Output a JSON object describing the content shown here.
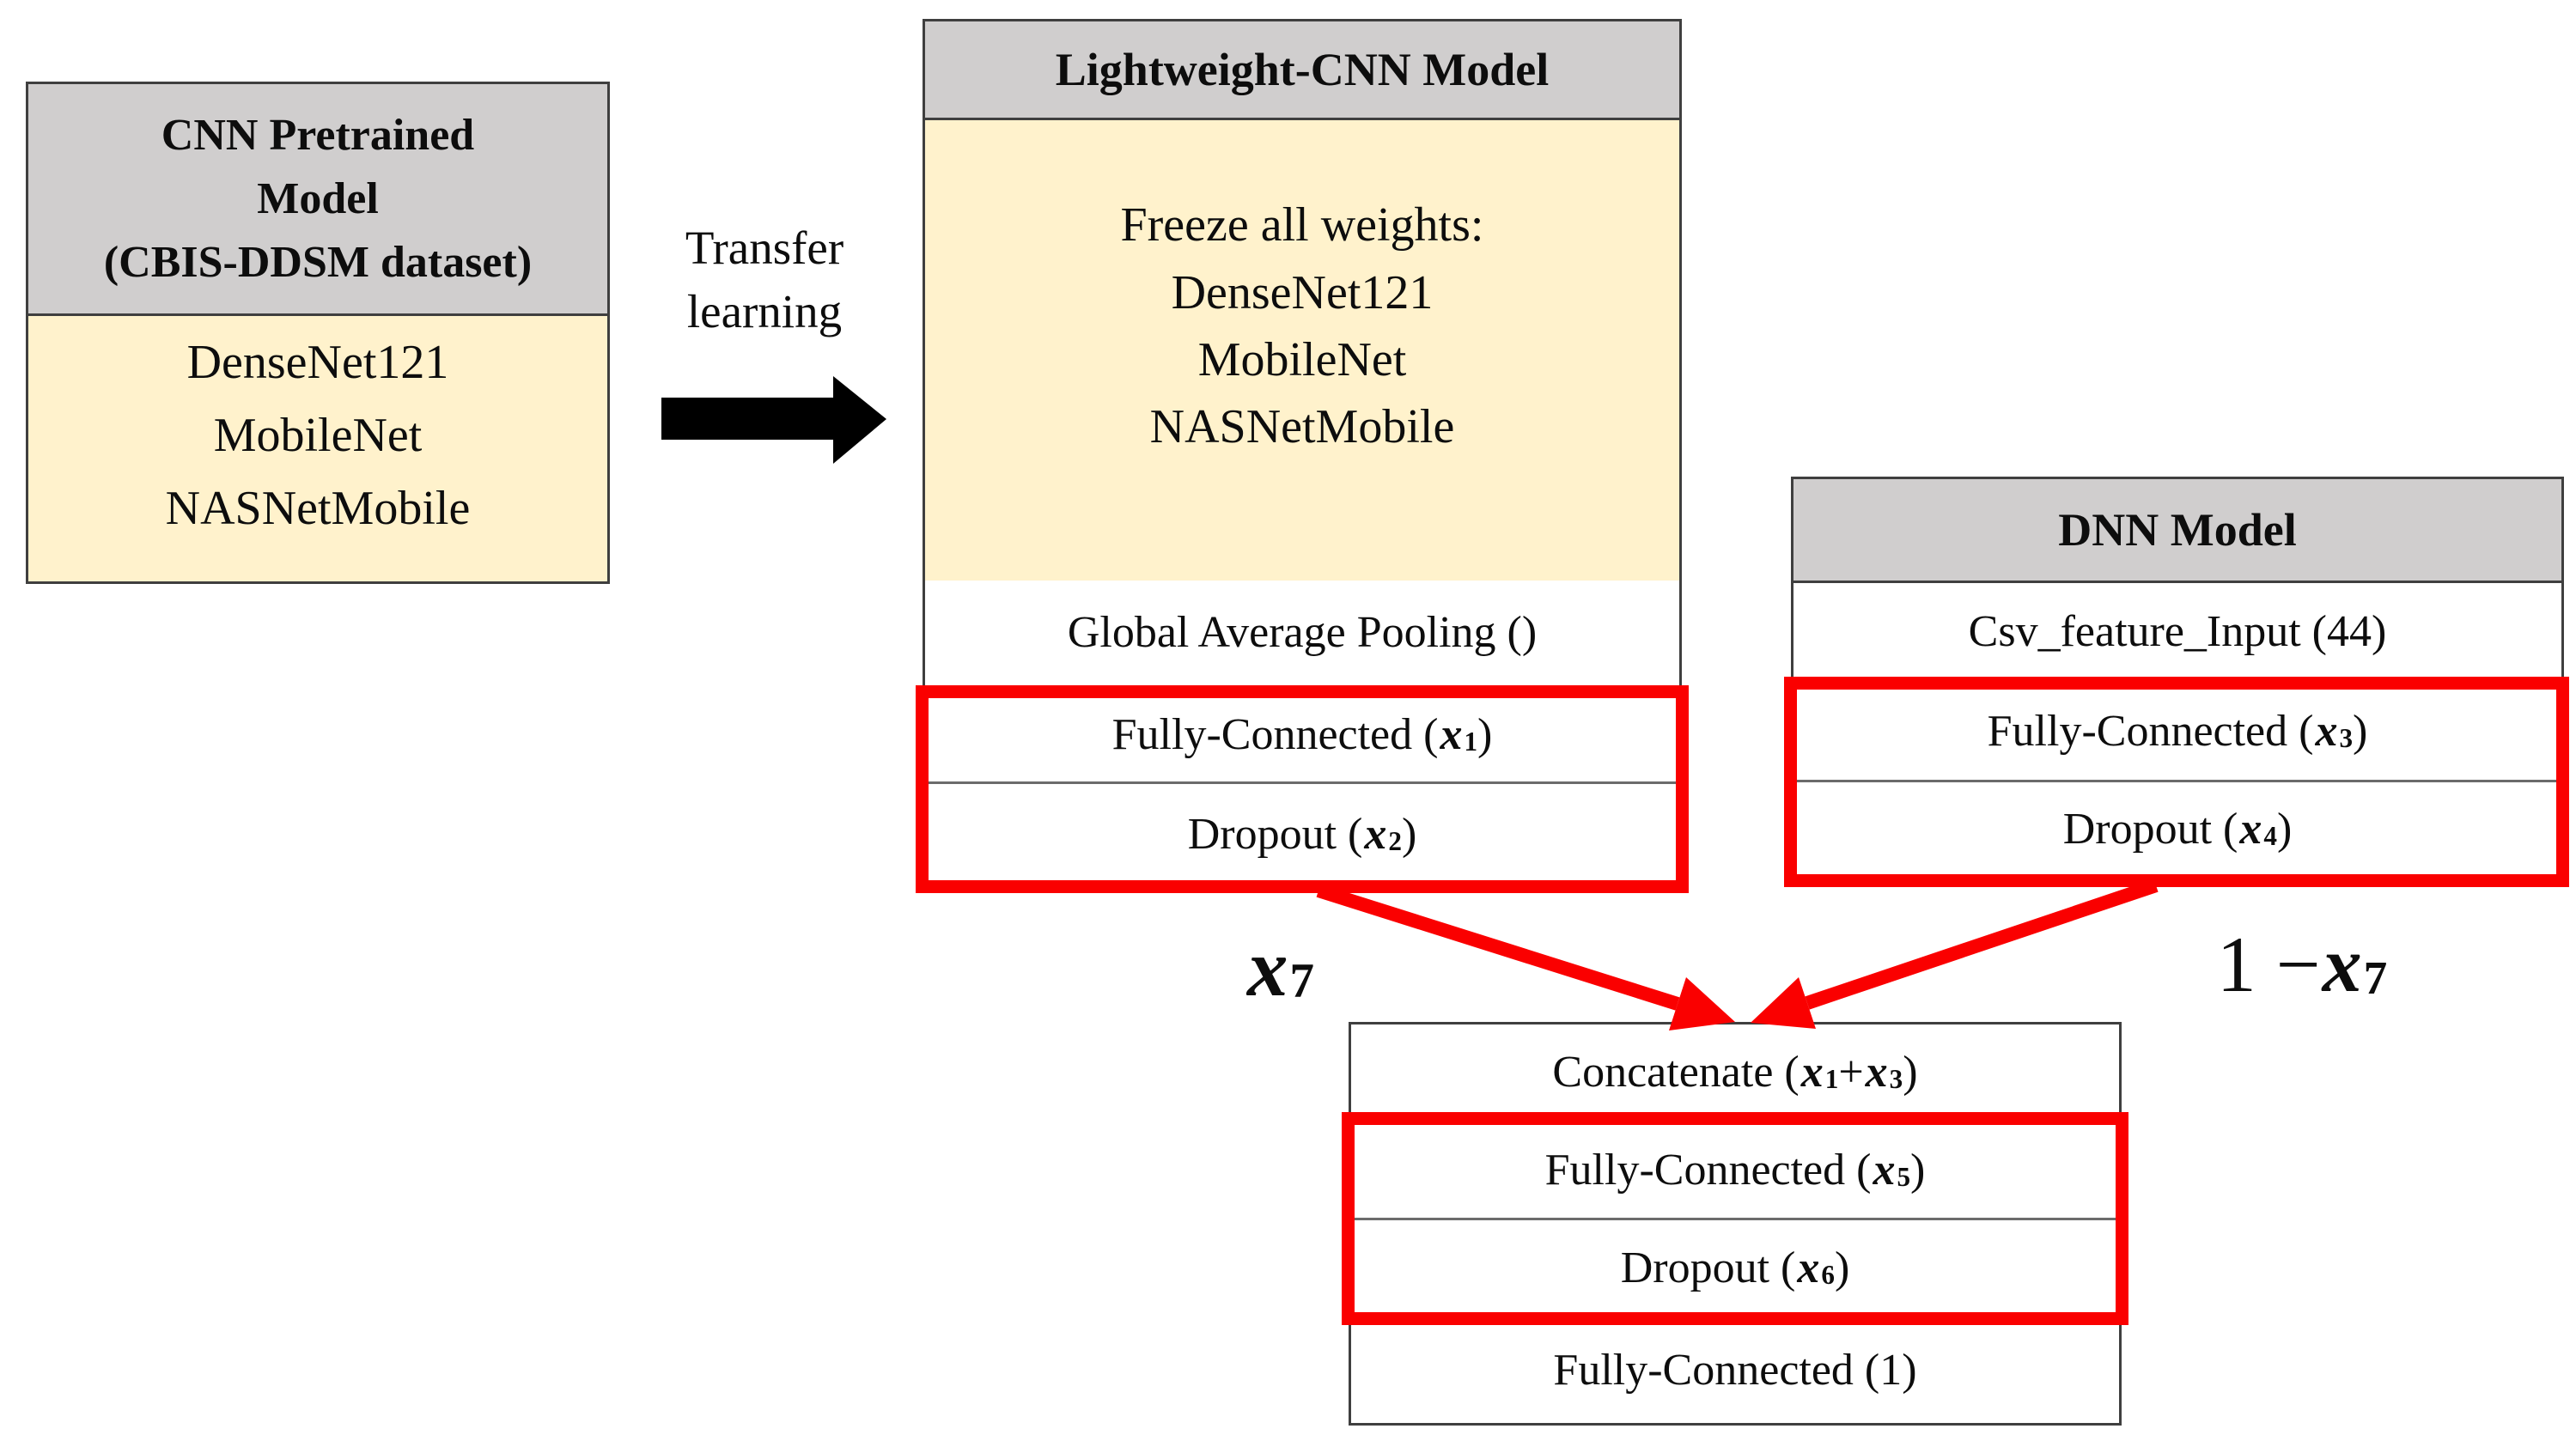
{
  "colors": {
    "background": "#ffffff",
    "header_gray": "#d0cece",
    "cream": "#fff2cc",
    "red": "#fa0000",
    "black": "#000000",
    "outer_border": "#3f3f3f",
    "divider": "#6b6b6b"
  },
  "left_box": {
    "title_lines": [
      "CNN Pretrained",
      "Model",
      "(CBIS-DDSM dataset)"
    ],
    "body_lines": [
      "DenseNet121",
      "MobileNet",
      "NASNetMobile"
    ]
  },
  "transfer_arrow": {
    "label_line1": "Transfer",
    "label_line2": "learning"
  },
  "lightweight_box": {
    "title": "Lightweight-CNN Model",
    "freeze_heading": "Freeze all weights:",
    "freeze_models": [
      "DenseNet121",
      "MobileNet",
      "NASNetMobile"
    ],
    "rows": [
      {
        "highlight": false,
        "parts": [
          {
            "t": "text",
            "v": "Global Average Pooling ()"
          }
        ]
      },
      {
        "highlight": true,
        "parts": [
          {
            "t": "text",
            "v": "Fully-Connected ("
          },
          {
            "t": "var",
            "v": "x",
            "sub": "1"
          },
          {
            "t": "text",
            "v": ")"
          }
        ]
      },
      {
        "highlight": true,
        "parts": [
          {
            "t": "text",
            "v": "Dropout ("
          },
          {
            "t": "var",
            "v": "x",
            "sub": "2"
          },
          {
            "t": "text",
            "v": ")"
          }
        ]
      }
    ]
  },
  "dnn_box": {
    "title": "DNN Model",
    "rows": [
      {
        "highlight": false,
        "parts": [
          {
            "t": "text",
            "v": "Csv_feature_Input (44)"
          }
        ]
      },
      {
        "highlight": true,
        "parts": [
          {
            "t": "text",
            "v": "Fully-Connected ("
          },
          {
            "t": "var",
            "v": "x",
            "sub": "3"
          },
          {
            "t": "text",
            "v": ")"
          }
        ]
      },
      {
        "highlight": true,
        "parts": [
          {
            "t": "text",
            "v": "Dropout ("
          },
          {
            "t": "var",
            "v": "x",
            "sub": "4"
          },
          {
            "t": "text",
            "v": ")"
          }
        ]
      }
    ]
  },
  "fusion_box": {
    "rows": [
      {
        "highlight": false,
        "parts": [
          {
            "t": "text",
            "v": "Concatenate ("
          },
          {
            "t": "var",
            "v": "x",
            "sub": "1"
          },
          {
            "t": "text",
            "v": " + "
          },
          {
            "t": "var",
            "v": "x",
            "sub": "3"
          },
          {
            "t": "text",
            "v": ")"
          }
        ]
      },
      {
        "highlight": true,
        "parts": [
          {
            "t": "text",
            "v": "Fully-Connected ("
          },
          {
            "t": "var",
            "v": "x",
            "sub": "5"
          },
          {
            "t": "text",
            "v": ")"
          }
        ]
      },
      {
        "highlight": true,
        "parts": [
          {
            "t": "text",
            "v": "Dropout ("
          },
          {
            "t": "var",
            "v": "x",
            "sub": "6"
          },
          {
            "t": "text",
            "v": ")"
          }
        ]
      },
      {
        "highlight": false,
        "parts": [
          {
            "t": "text",
            "v": "Fully-Connected (1)"
          }
        ]
      }
    ]
  },
  "weight_labels": {
    "left": {
      "parts": [
        {
          "t": "var",
          "v": "x",
          "sub": "7"
        }
      ]
    },
    "right": {
      "parts": [
        {
          "t": "text",
          "v": "1 − "
        },
        {
          "t": "var",
          "v": "x",
          "sub": "7"
        }
      ]
    }
  }
}
